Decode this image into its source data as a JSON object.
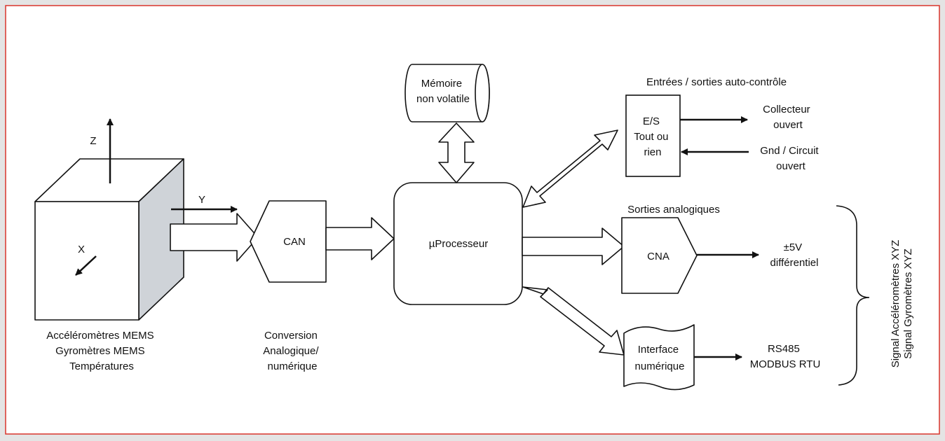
{
  "colors": {
    "frame_border": "#d9342b",
    "panel": "#ffffff",
    "stroke": "#111111",
    "cube_side": "#cfd3d8",
    "page_bg": "#e4e4e4"
  },
  "sensor": {
    "axis_z": "Z",
    "axis_y": "Y",
    "axis_x": "X",
    "caption_lines": [
      "Accéléromètres MEMS",
      "Gyromètres MEMS",
      "Températures"
    ]
  },
  "can": {
    "label": "CAN",
    "caption_lines": [
      "Conversion",
      "Analogique/",
      "numérique"
    ]
  },
  "processor": {
    "label": "µProcesseur"
  },
  "memory": {
    "label_lines": [
      "Mémoire",
      "non volatile"
    ]
  },
  "io": {
    "title": "Entrées / sorties auto-contrôle",
    "box_lines": [
      "E/S",
      "Tout ou",
      "rien"
    ],
    "out_lines": [
      "Collecteur",
      "ouvert"
    ],
    "in_lines": [
      "Gnd / Circuit",
      "ouvert"
    ]
  },
  "analog": {
    "title": "Sorties analogiques",
    "box_label": "CNA",
    "out_lines": [
      "±5V",
      "différentiel"
    ]
  },
  "digital": {
    "box_lines": [
      "Interface",
      "numérique"
    ],
    "out_lines": [
      "RS485",
      "MODBUS RTU"
    ]
  },
  "signals": {
    "line1": "Signal Accéléromètres XYZ",
    "line2": "Signal Gyromètres XYZ"
  }
}
